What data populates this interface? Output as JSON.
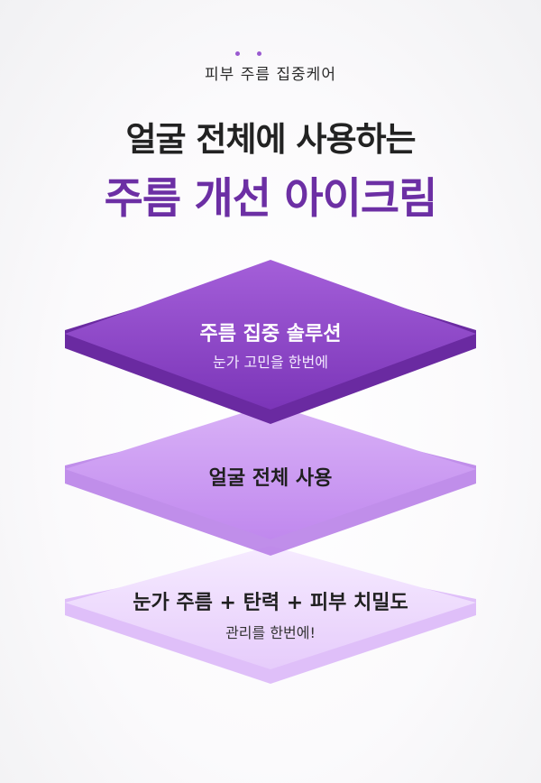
{
  "header": {
    "top_label": "피부 주름 집중케어",
    "headline": "얼굴 전체에 사용하는",
    "headline_accent": "주름 개선 아이크림"
  },
  "layers": [
    {
      "title": "주름 집중 솔루션",
      "subtitle": "눈가 고민을 한번에"
    },
    {
      "title": "얼굴 전체 사용"
    },
    {
      "title": "눈가 주름 + 탄력 + 피부 치밀도",
      "subtitle": "관리를 한번에!"
    }
  ],
  "colors": {
    "accent": "#6c2fa4",
    "layer_top": "#8e46c6",
    "layer_middle": "#c58ef0",
    "layer_bottom": "#ecd6ff"
  }
}
